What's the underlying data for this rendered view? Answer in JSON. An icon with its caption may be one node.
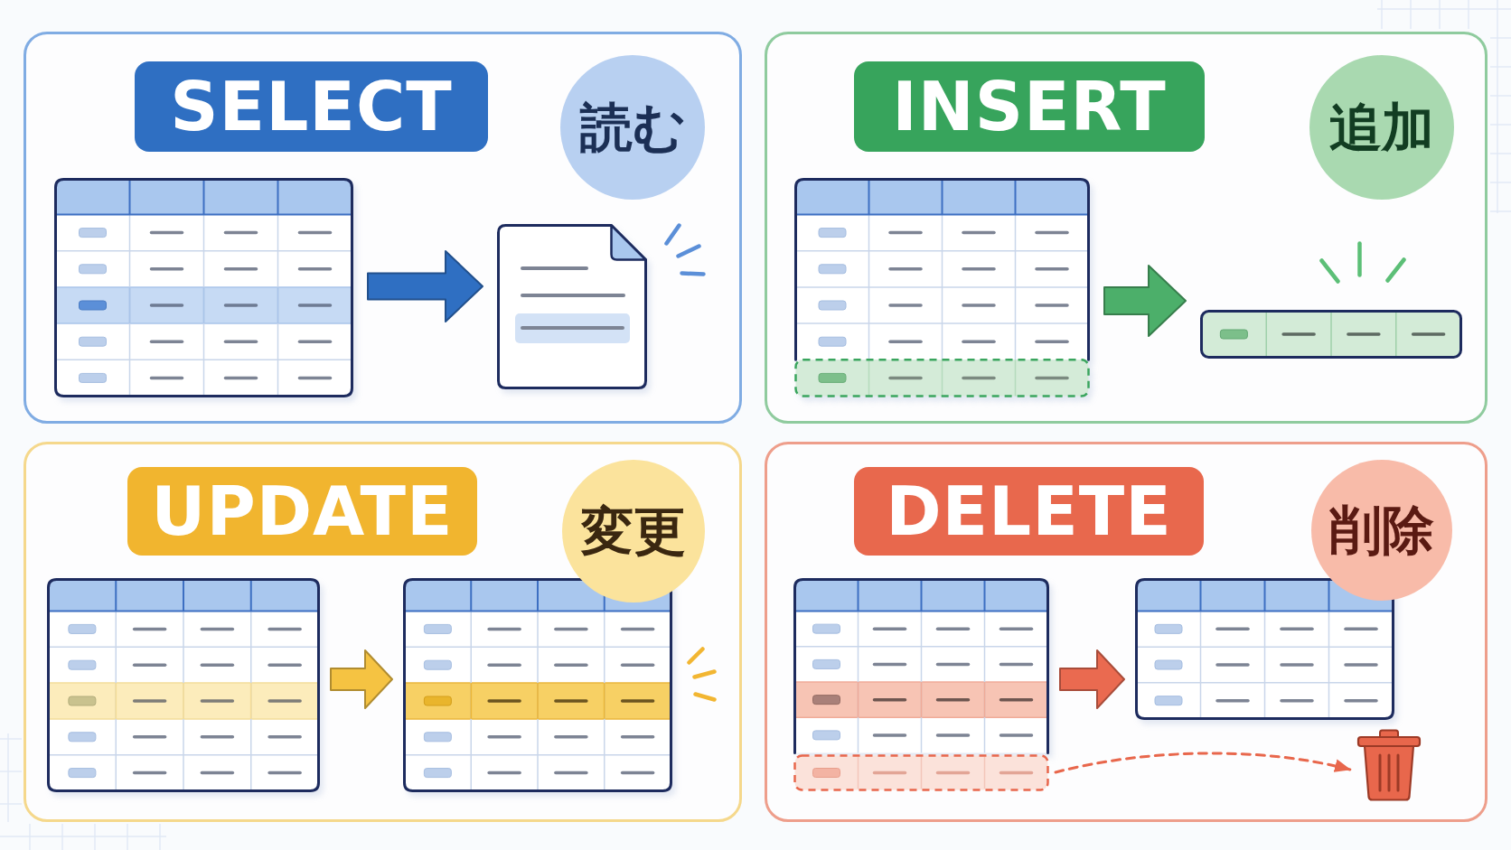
{
  "diagram": {
    "nodes": [
      {
        "text": [],
        "shape": "box"
      },
      {
        "text": [
          "SELECT"
        ],
        "in": 0
      },
      {
        "text": [
          "読む"
        ],
        "in": 0
      },
      {
        "text": [],
        "shape": "table",
        "in": 0
      },
      {
        "text": [],
        "shape": "document",
        "in": 0
      },
      {
        "text": [],
        "shape": "box"
      },
      {
        "text": [
          "INSERT"
        ],
        "in": 5
      },
      {
        "text": [
          "追加"
        ],
        "in": 5
      },
      {
        "text": [],
        "shape": "table",
        "in": 5
      },
      {
        "text": [],
        "shape": "bar",
        "in": 5
      },
      {
        "text": [],
        "shape": "box"
      },
      {
        "text": [
          "UPDATE"
        ],
        "in": 10
      },
      {
        "text": [
          "変更"
        ],
        "in": 10
      },
      {
        "text": [],
        "shape": "table",
        "in": 10
      },
      {
        "text": [],
        "shape": "table",
        "in": 10
      },
      {
        "text": [],
        "shape": "box"
      },
      {
        "text": [
          "DELETE"
        ],
        "in": 15
      },
      {
        "text": [
          "削除"
        ],
        "in": 15
      },
      {
        "text": [],
        "shape": "table",
        "in": 15
      },
      {
        "text": [],
        "shape": "table",
        "in": 15
      },
      {
        "text": [],
        "shape": "bar",
        "in": 15
      },
      {
        "text": [],
        "shape": "bin",
        "in": 15
      }
    ],
    "edges": [
      {
        "from": 3,
        "to": 4,
        "arrow": "to",
        "color": "#2f6fc2"
      },
      {
        "from": 8,
        "to": 9,
        "arrow": "to",
        "color": "#4caf6a"
      },
      {
        "from": 13,
        "to": 14,
        "arrow": "to",
        "color": "#f5c342"
      },
      {
        "from": 18,
        "to": 19,
        "arrow": "to",
        "color": "#ea6a50"
      },
      {
        "from": 20,
        "to": 21,
        "arrow": "to",
        "style": "dashed",
        "color": "#e8674c"
      }
    ]
  }
}
